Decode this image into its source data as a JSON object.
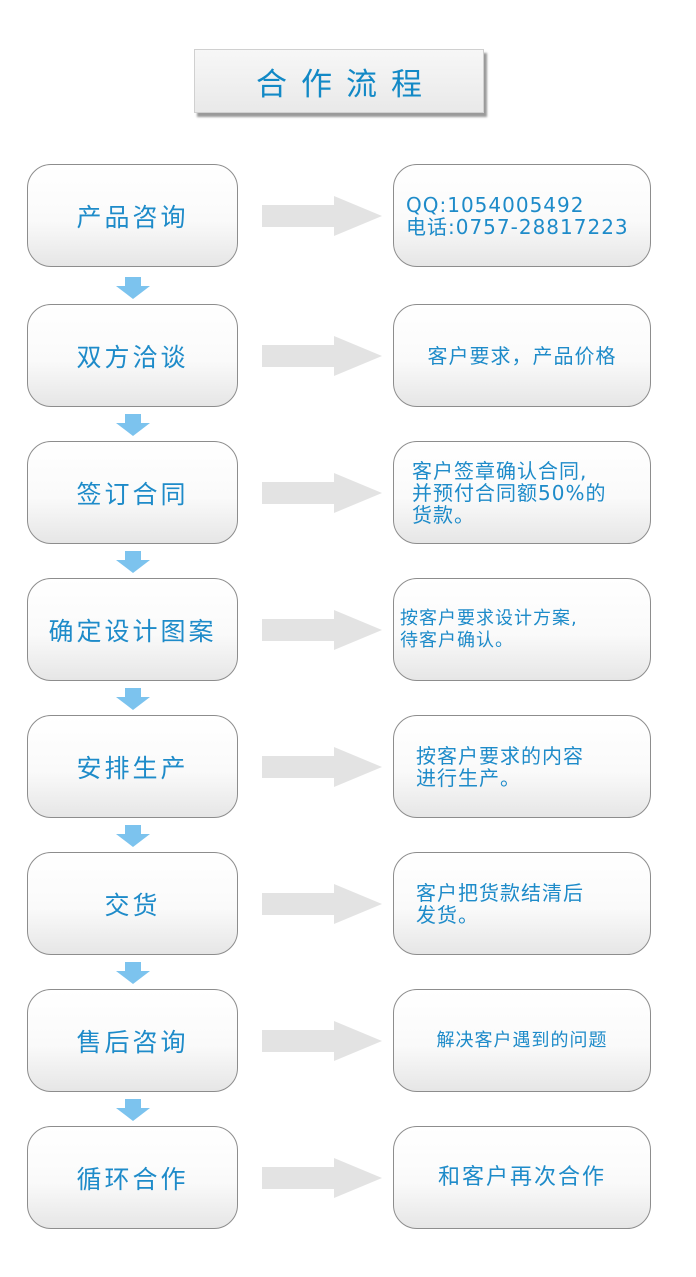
{
  "title": "合作流程",
  "steps": [
    {
      "label": "产品咨询",
      "desc": "QQ:1054005492\n电话:0757-28817223"
    },
    {
      "label": "双方洽谈",
      "desc": "客户要求，产品价格"
    },
    {
      "label": "签订合同",
      "desc": "客户签章确认合同,\n并预付合同额50%的\n货款。"
    },
    {
      "label": "确定设计图案",
      "desc": "按客户要求设计方案,\n待客户确认。"
    },
    {
      "label": "安排生产",
      "desc": "按客户要求的内容\n进行生产。"
    },
    {
      "label": "交货",
      "desc": "客户把货款结清后\n发货。"
    },
    {
      "label": "售后咨询",
      "desc": "解决客户遇到的问题"
    },
    {
      "label": "循环合作",
      "desc": "和客户再次合作"
    }
  ],
  "colors": {
    "text": "#1e8bc9",
    "title": "#1289c6",
    "arrow_right": "#e3e3e3",
    "arrow_down": "#7cc3ee"
  },
  "icons": {
    "connector": "arrow-right-icon",
    "flow": "arrow-down-icon"
  }
}
